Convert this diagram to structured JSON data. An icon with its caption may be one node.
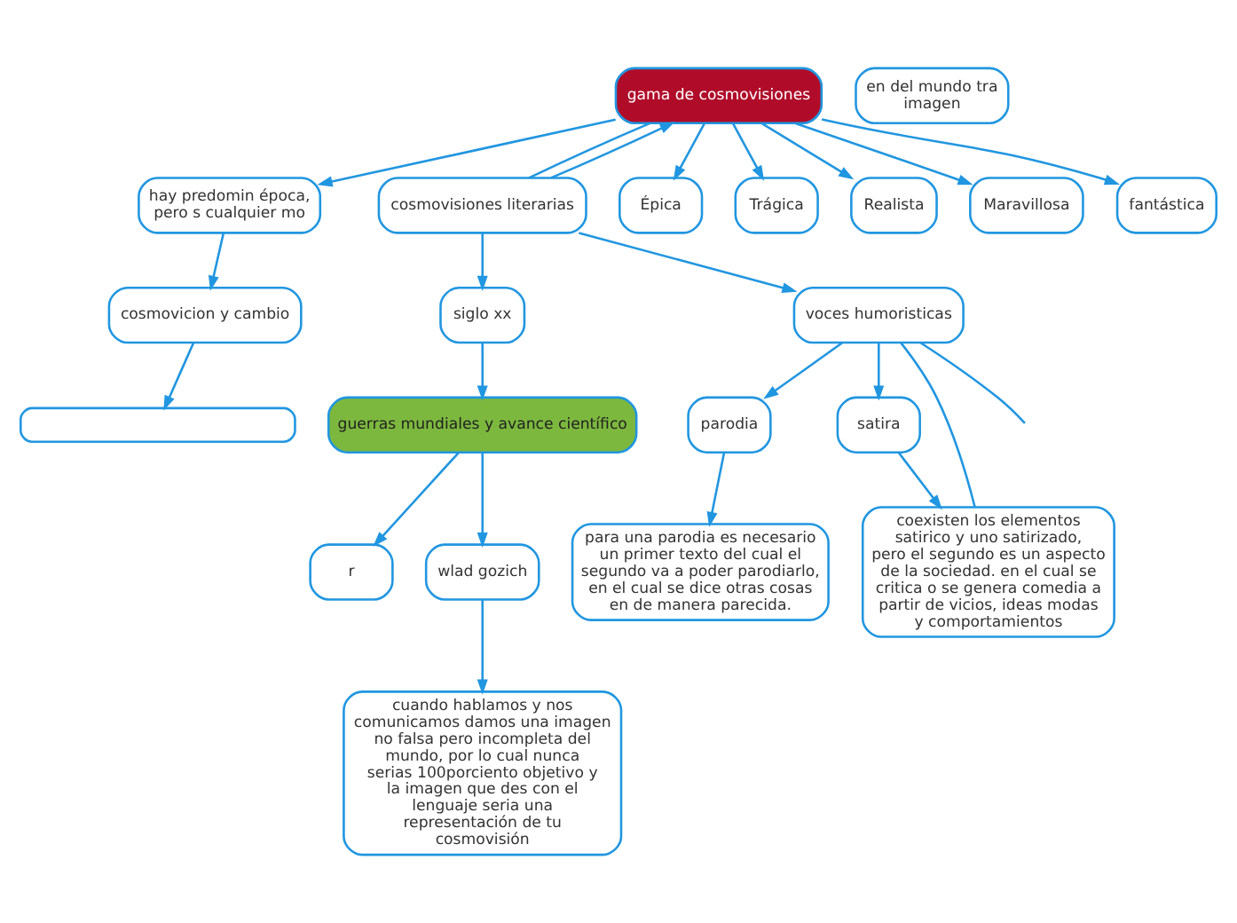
{
  "diagram": {
    "nodes": [
      {
        "text": [],
        "shape": "box"
      },
      {
        "text": [
          "cosmovicion y cambio"
        ]
      },
      {
        "text": [
          "gama de cosmovisiones"
        ]
      },
      {
        "text": [
          "hay predomin época, pero s cualquier mo"
        ]
      },
      {
        "text": [
          "cosmovisiones literarias"
        ]
      },
      {
        "text": [
          "siglo xx"
        ]
      },
      {
        "text": [
          "guerras mundiales y avance científico"
        ]
      },
      {
        "text": [
          "r"
        ]
      },
      {
        "text": [
          "wlad gozich"
        ]
      },
      {
        "text": [
          "en del mundo tra imagen"
        ]
      },
      {
        "text": [
          "cuando hablamos y nos comunicamos damos una imagen no falsa pero incompleta del mundo, por lo cual nunca serias 100porciento objetivo y la imagen que des con el lenguaje seria una representación de tu cosmovisión"
        ]
      },
      {
        "text": [
          "Épica"
        ]
      },
      {
        "text": [
          "Trágica"
        ]
      },
      {
        "text": [
          "Realista"
        ]
      },
      {
        "text": [
          "Maravillosa"
        ]
      },
      {
        "text": [
          "fantástica"
        ]
      },
      {
        "text": [
          "voces humoristicas"
        ]
      },
      {
        "text": [
          "parodia"
        ]
      },
      {
        "text": [
          "satira"
        ]
      },
      {
        "text": [
          "para una parodia es necesario un primer texto del cual el segundo va a poder parodiarlo, en el cual se dice otras cosas en de manera parecida."
        ]
      },
      {
        "text": [
          "coexisten los elementos satirico y uno satirizado, pero el segundo es un aspecto de la sociedad. en el cual se critica o se genera comedia a partir de vicios, ideas modas y comportamientos"
        ]
      }
    ],
    "edges": [
      {
        "from": 1,
        "to": 0,
        "arrow": "to"
      },
      {
        "from": 3,
        "to": 1,
        "arrow": "to"
      },
      {
        "from": 2,
        "to": 3,
        "arrow": "to"
      },
      {
        "from": 4,
        "to": 2,
        "arrow": "to"
      },
      {
        "from": 2,
        "to": 4,
        "arrow": "none"
      },
      {
        "from": 4,
        "to": 5,
        "arrow": "to"
      },
      {
        "from": 5,
        "to": 6,
        "arrow": "to"
      },
      {
        "from": 6,
        "to": 7,
        "arrow": "to"
      },
      {
        "from": 6,
        "to": 8,
        "arrow": "to"
      },
      {
        "from": 8,
        "to": 10,
        "arrow": "to"
      },
      {
        "from": 2,
        "to": 11,
        "arrow": "to"
      },
      {
        "from": 2,
        "to": 12,
        "arrow": "to"
      },
      {
        "from": 2,
        "to": 14,
        "arrow": "to"
      },
      {
        "from": 2,
        "to": 15,
        "arrow": "to"
      },
      {
        "from": 2,
        "to": 13,
        "arrow": "to"
      },
      {
        "from": 4,
        "to": 16,
        "arrow": "to"
      },
      {
        "from": 16,
        "to": 17,
        "arrow": "to"
      },
      {
        "from": 16,
        "to": 20,
        "arrow": "none"
      },
      {
        "from": 16,
        "to": 18,
        "arrow": "to"
      },
      {
        "from": 16,
        "to": null,
        "arrow": "none"
      },
      {
        "from": 17,
        "to": 19,
        "arrow": "to"
      },
      {
        "from": 18,
        "to": 20,
        "arrow": "to"
      }
    ]
  }
}
